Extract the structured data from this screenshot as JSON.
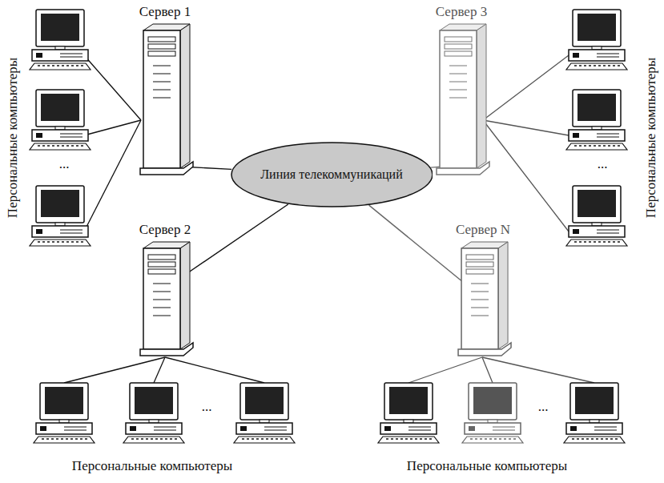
{
  "diagram": {
    "nodes": [
      {
        "text": [
          "Сервер 1"
        ]
      },
      {
        "text": [
          "Сервер 3"
        ]
      },
      {
        "text": [
          "Линия телекоммуникаций"
        ]
      },
      {
        "text": [
          "Сервер 2"
        ]
      },
      {
        "text": [
          "Сервер N"
        ]
      }
    ],
    "edges": [
      {
        "from": 0,
        "to": 2,
        "arrow": "none"
      },
      {
        "from": 1,
        "to": 2,
        "arrow": "none"
      },
      {
        "from": 3,
        "to": 2,
        "arrow": "none"
      },
      {
        "from": 4,
        "to": 2,
        "arrow": "none"
      }
    ],
    "labels": [
      "Персональные компьютеры",
      "...",
      "Персональные компьютеры",
      "...",
      "...",
      "Персональные компьютеры",
      "...",
      "Персональные компьютеры"
    ]
  }
}
